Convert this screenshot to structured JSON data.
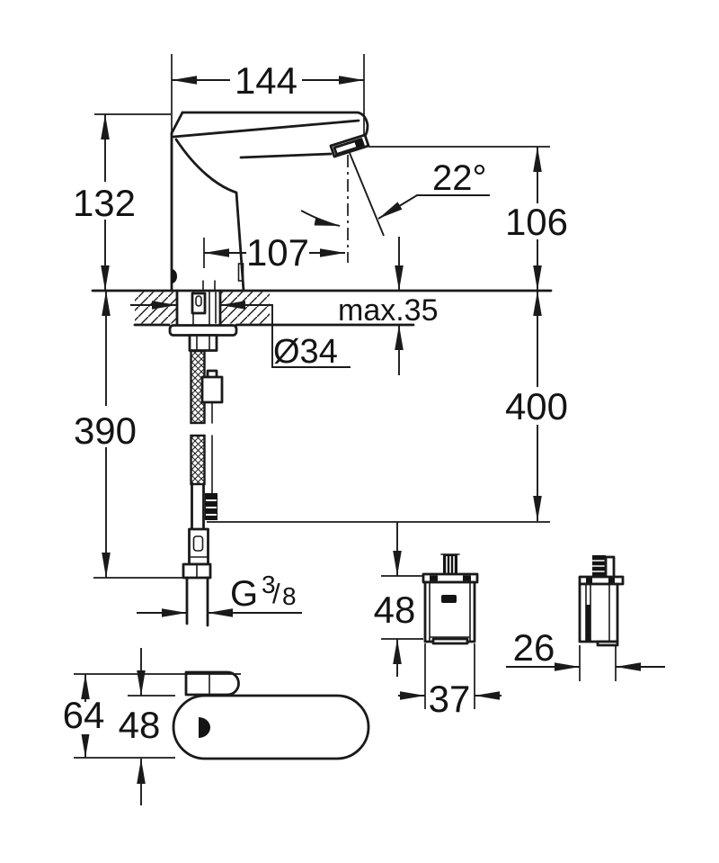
{
  "drawing": {
    "title": "faucet-installation-dimension-drawing",
    "units": "mm",
    "colors": {
      "line": "#1a1a1a",
      "background": "#ffffff"
    },
    "dimensions": {
      "spout_reach": "144",
      "height_above_deck": "132",
      "sensor_distance": "107",
      "outlet_height": "106",
      "spray_angle": "22°",
      "counter_thickness": "max.35",
      "hole_diameter": "Ø34",
      "hose_drop": "390",
      "cable_drop": "400",
      "box_height": "48",
      "box_width": "37",
      "box_depth": "26",
      "base_length_total": "64",
      "base_width": "48",
      "thread": {
        "letter": "G",
        "numerator": "3",
        "slash": "/",
        "denominator": "8"
      }
    }
  }
}
